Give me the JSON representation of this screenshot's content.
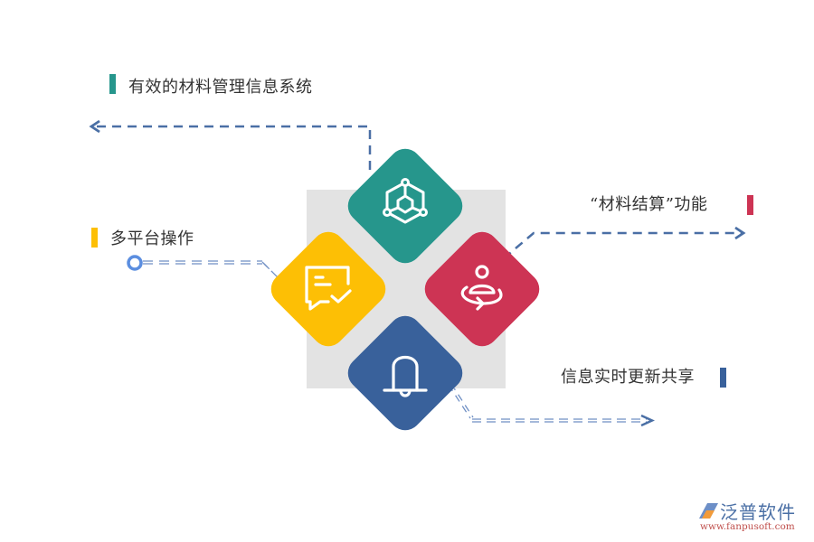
{
  "colors": {
    "teal": "#26968c",
    "yellow": "#fdbf05",
    "red": "#cd3454",
    "blue": "#39619b",
    "connector": "#4a6fa5",
    "gray_bg": "#e3e3e3",
    "text": "#333333"
  },
  "features": [
    {
      "id": "material-system",
      "label": "有效的材料管理信息系统",
      "color": "#26968c",
      "icon": "network-cube-icon",
      "position": "top"
    },
    {
      "id": "multi-platform",
      "label": "多平台操作",
      "color": "#fdbf05",
      "icon": "chat-check-icon",
      "position": "left"
    },
    {
      "id": "material-settlement",
      "label": "“材料结算”功能",
      "color": "#cd3454",
      "icon": "person-rotate-icon",
      "position": "right"
    },
    {
      "id": "realtime-sharing",
      "label": "信息实时更新共享",
      "color": "#39619b",
      "icon": "bell-icon",
      "position": "bottom"
    }
  ],
  "logo": {
    "name": "泛普软件",
    "url": "www.fanpusoft.com"
  }
}
